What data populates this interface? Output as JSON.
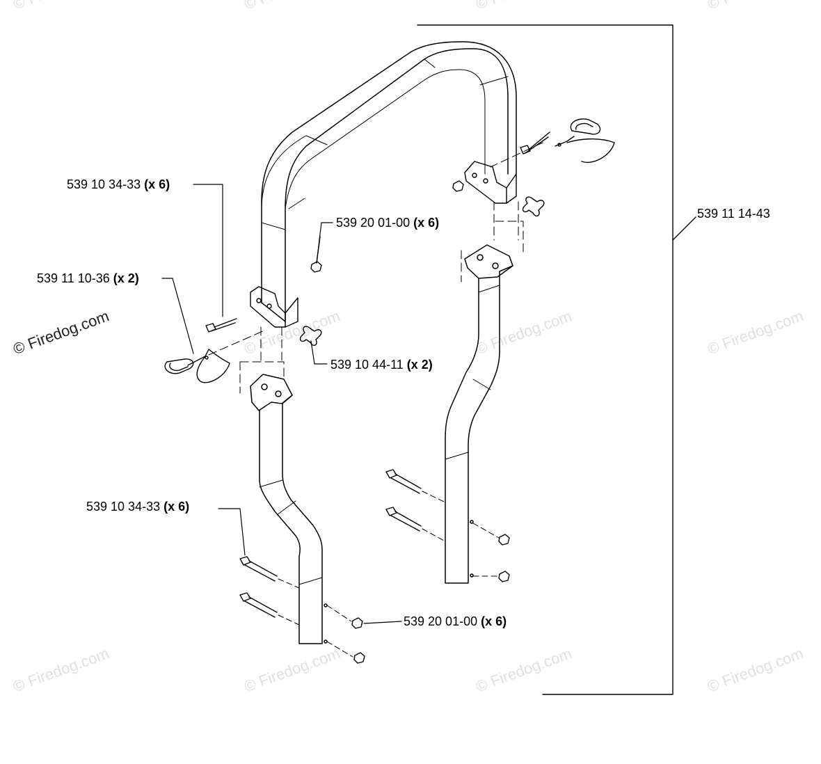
{
  "callouts": [
    {
      "part": "539 10 34-33",
      "qty": "(x 6)"
    },
    {
      "part": "539 20 01-00",
      "qty": "(x 6)"
    },
    {
      "part": "539 11 10-36",
      "qty": "(x 2)"
    },
    {
      "part": "539 10 44-11",
      "qty": "(x 2)"
    },
    {
      "part": "539 10 34-33",
      "qty": "(x 6)"
    },
    {
      "part": "539 20 01-00",
      "qty": "(x 6)"
    },
    {
      "part": "539 11 14-43",
      "qty": ""
    }
  ],
  "watermark": {
    "text": "© Firedog.com",
    "color": "#e0e0e0"
  },
  "colors": {
    "line": "#000000",
    "tube_fill": "#ffffff",
    "shade": "#d8d8d8"
  }
}
